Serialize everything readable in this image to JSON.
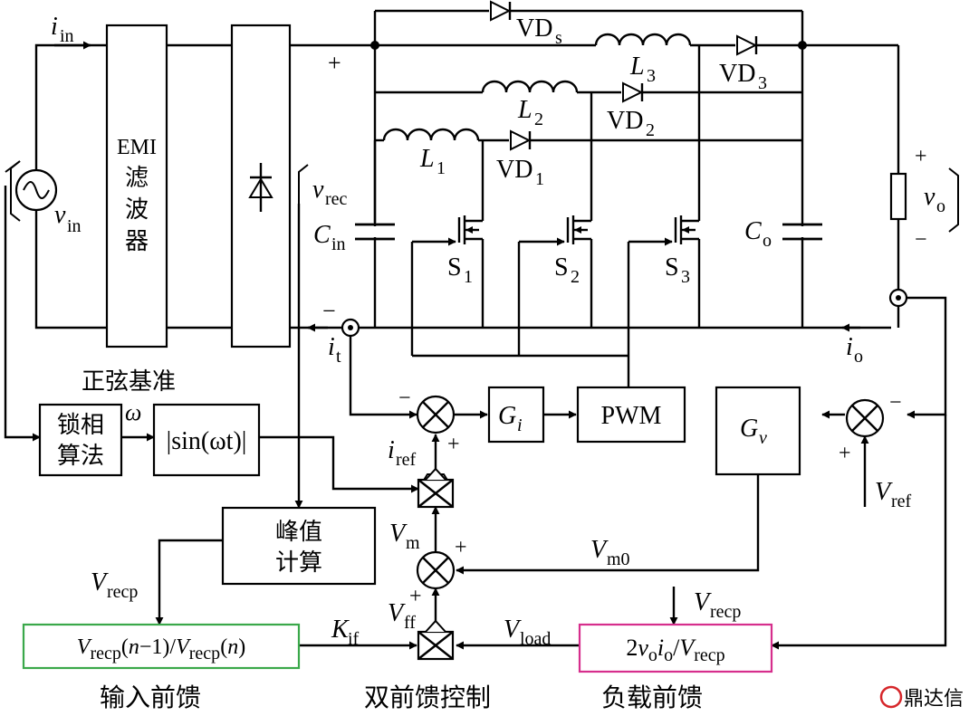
{
  "labels": {
    "iin": "i",
    "iin_sub": "in",
    "vin": "v",
    "vin_sub": "in",
    "emi_1": "EMI",
    "emi_2": "滤",
    "emi_3": "波",
    "emi_4": "器",
    "vrec": "v",
    "vrec_sub": "rec",
    "plus_top": "+",
    "vds": "VD",
    "vds_sub": "s",
    "l3": "L",
    "l3_sub": "3",
    "vd3": "VD",
    "vd3_sub": "3",
    "l2": "L",
    "l2_sub": "2",
    "vd2": "VD",
    "vd2_sub": "2",
    "l1": "L",
    "l1_sub": "1",
    "vd1": "VD",
    "vd1_sub": "1",
    "cin": "C",
    "cin_sub": "in",
    "s1": "S",
    "s1_sub": "1",
    "s2": "S",
    "s2_sub": "2",
    "s3": "S",
    "s3_sub": "3",
    "co": "C",
    "co_sub": "o",
    "vo": "v",
    "vo_sub": "o",
    "vo_plus": "+",
    "vo_minus": "−",
    "minus_bottom": "−",
    "it": "i",
    "it_sub": "t",
    "io": "i",
    "io_sub": "o",
    "sine_ref": "正弦基准",
    "omega": "ω",
    "pll_1": "锁相",
    "pll_2": "算法",
    "sin": "|sin(ωt)|",
    "gi": "G",
    "gi_sub": "i",
    "pwm": "PWM",
    "gv": "G",
    "gv_sub": "v",
    "iref": "i",
    "iref_sub": "ref",
    "vref": "V",
    "vref_sub": "ref",
    "peak_1": "峰值",
    "peak_2": "计算",
    "vm": "V",
    "vm_sub": "m",
    "vm0": "V",
    "vm0_sub": "m0",
    "vff": "V",
    "vff_sub": "ff",
    "kif": "K",
    "kif_sub": "if",
    "vload": "V",
    "vload_sub": "load",
    "vrecp_left": "V",
    "vrecp_left_sub": "recp",
    "vrecp_right": "V",
    "vrecp_right_sub": "recp",
    "ff_in_formula": "Vrecp(n−1)/Vrecp(n)",
    "ff_load_formula": "2voio/Vrecp",
    "sign_minus_ci": "−",
    "sign_plus_ci": "+",
    "sign_minus_cv": "−",
    "sign_plus_cv": "+",
    "sign_plus_cm1": "+",
    "sign_plus_cm2": "+",
    "caption_input": "输入前馈",
    "caption_dual": "双前馈控制",
    "caption_load": "负载前馈",
    "watermark": "鼎达信"
  },
  "colors": {
    "input_ff_border": "#3aa84a",
    "load_ff_border": "#d62e8c",
    "watermark": "#d6262a"
  }
}
